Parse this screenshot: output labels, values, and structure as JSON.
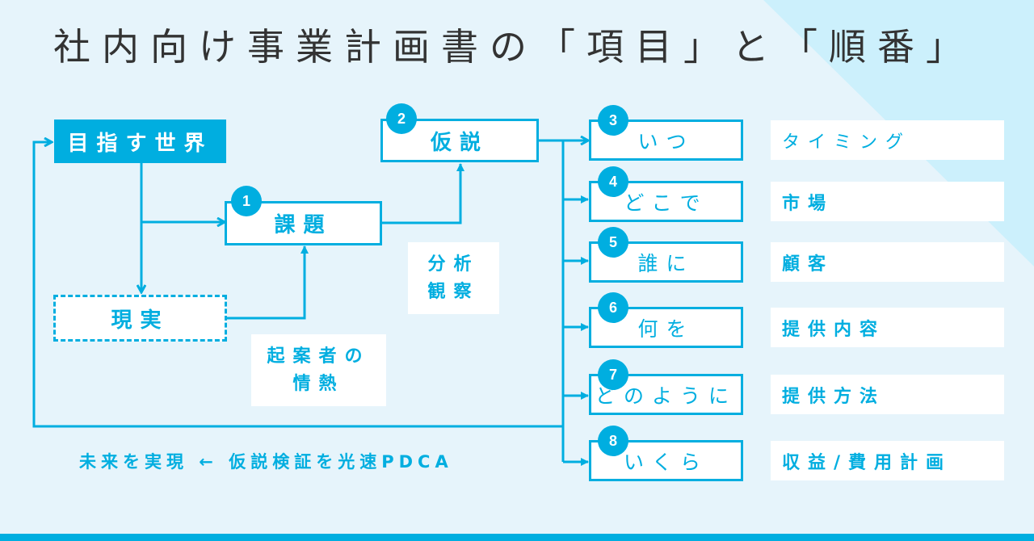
{
  "title": "社内向け事業計画書の「項目」と「順番」",
  "colors": {
    "accent": "#00aee0",
    "background": "#e6f4fb",
    "background_triangle": "#ccf0fc",
    "title_text": "#333333",
    "box_fill": "#ffffff"
  },
  "goal": {
    "label": "目指す世界"
  },
  "reality": {
    "label": "現実"
  },
  "issue": {
    "number": "1",
    "label": "課題"
  },
  "hypothesis": {
    "number": "2",
    "label": "仮説"
  },
  "analysis_note": {
    "line1": "分析",
    "line2": "観察"
  },
  "passion_note": {
    "line1": "起案者の",
    "line2": "情熱"
  },
  "items": [
    {
      "number": "3",
      "label": "いつ",
      "detail": "タイミング"
    },
    {
      "number": "4",
      "label": "どこで",
      "detail": "市場"
    },
    {
      "number": "5",
      "label": "誰に",
      "detail": "顧客"
    },
    {
      "number": "6",
      "label": "何を",
      "detail": "提供内容"
    },
    {
      "number": "7",
      "label": "どのように",
      "detail": "提供方法"
    },
    {
      "number": "8",
      "label": "いくら",
      "detail": "収益/費用計画"
    }
  ],
  "footer": "未来を実現 ← 仮説検証を光速PDCA"
}
